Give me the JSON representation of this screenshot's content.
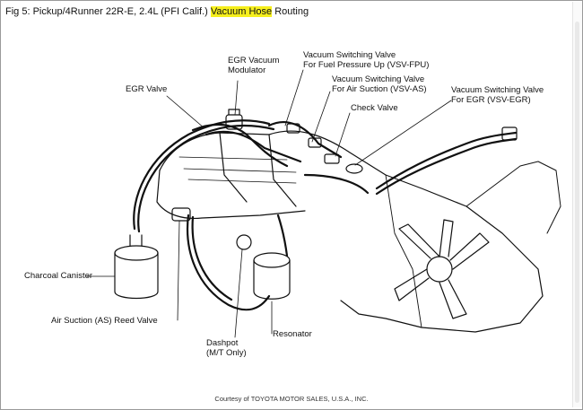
{
  "window": {
    "title_prefix": "Fig 5: Pickup/4Runner 22R-E, 2.4L (PFI Calif.) ",
    "title_highlight": "Vacuum Hose",
    "title_suffix": " Routing"
  },
  "labels": {
    "egr_modulator_1": "EGR Vacuum",
    "egr_modulator_2": "Modulator",
    "vsv_fpu_1": "Vacuum Switching Valve",
    "vsv_fpu_2": "For Fuel Pressure Up (VSV-FPU)",
    "vsv_as_1": "Vacuum Switching Valve",
    "vsv_as_2": "For Air Suction (VSV-AS)",
    "vsv_egr_1": "Vacuum Switching Valve",
    "vsv_egr_2": "For EGR (VSV-EGR)",
    "egr_valve": "EGR Valve",
    "check_valve": "Check Valve",
    "charcoal_canister": "Charcoal Canister",
    "reed_valve": "Air Suction (AS) Reed Valve",
    "dashpot_1": "Dashpot",
    "dashpot_2": "(M/T Only)",
    "resonator": "Resonator"
  },
  "credit": "Courtesy of TOYOTA MOTOR SALES, U.S.A., INC.",
  "colors": {
    "highlight": "#f6ef1c",
    "ink": "#111111"
  }
}
